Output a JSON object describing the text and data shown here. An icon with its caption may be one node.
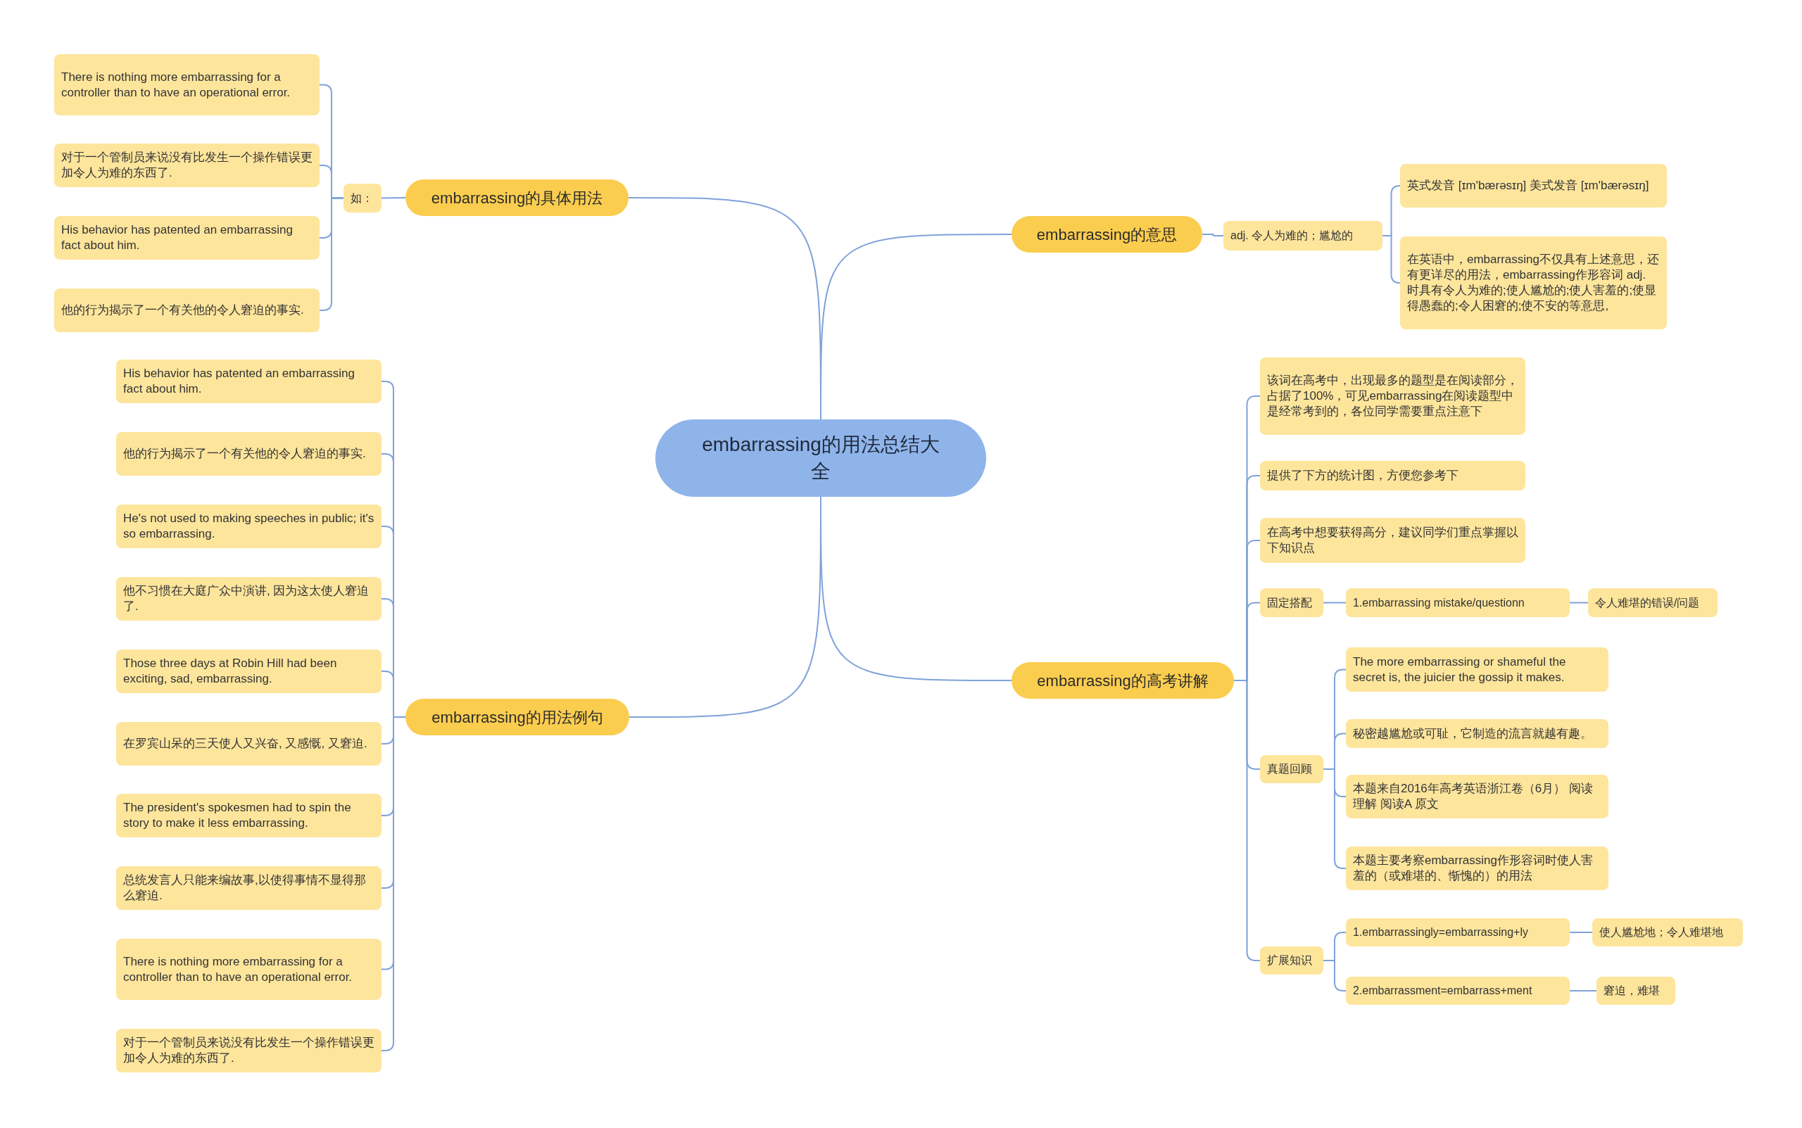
{
  "diagram": {
    "nodes": [
      {
        "text": [
          "embarrassing的用法总结大全"
        ]
      },
      {
        "text": [
          "embarrassing的具体用法"
        ]
      },
      {
        "text": [
          "如："
        ]
      },
      {
        "text": [
          "There is nothing more embarrassing for a controller than to have an operational error."
        ]
      },
      {
        "text": [
          "对于一个管制员来说没有比发生一个操作错误更加令人为难的东西了."
        ]
      },
      {
        "text": [
          "His behavior has patented an embarrassing fact about him."
        ]
      },
      {
        "text": [
          "他的行为揭示了一个有关他的令人窘迫的事实."
        ]
      },
      {
        "text": [
          "embarrassing的用法例句"
        ]
      },
      {
        "text": [
          "His behavior has patented an embarrassing fact about him."
        ]
      },
      {
        "text": [
          "他的行为揭示了一个有关他的令人窘迫的事实."
        ]
      },
      {
        "text": [
          "He's not used to making speeches in public; it's so embarrassing."
        ]
      },
      {
        "text": [
          "他不习惯在大庭广众中演讲, 因为这太使人窘迫了."
        ]
      },
      {
        "text": [
          "Those three days at Robin Hill had been exciting, sad, embarrassing."
        ]
      },
      {
        "text": [
          "在罗宾山呆的三天使人又兴奋, 又感慨, 又窘迫."
        ]
      },
      {
        "text": [
          "The president's spokesmen had to spin the story to make it less embarrassing."
        ]
      },
      {
        "text": [
          "总统发言人只能来编故事,以使得事情不显得那么窘迫."
        ]
      },
      {
        "text": [
          "There is nothing more embarrassing for a controller than to have an operational error."
        ]
      },
      {
        "text": [
          "对于一个管制员来说没有比发生一个操作错误更加令人为难的东西了."
        ]
      },
      {
        "text": [
          "embarrassing的意思"
        ]
      },
      {
        "text": [
          "adj. 令人为难的；尴尬的"
        ]
      },
      {
        "text": [
          "英式发音 [ɪm'bærəsɪŋ] 美式发音 [ɪm'bærəsɪŋ]"
        ]
      },
      {
        "text": [
          "在英语中，embarrassing不仅具有上述意思，还有更详尽的用法，embarrassing作形容词 adj. 时具有令人为难的;使人尴尬的;使人害羞的;使显得愚蠢的;令人困窘的;使不安的等意思,"
        ]
      },
      {
        "text": [
          "embarrassing的高考讲解"
        ]
      },
      {
        "text": [
          "该词在高考中，出现最多的题型是在阅读部分，占据了100%，可见embarrassing在阅读题型中是经常考到的，各位同学需要重点注意下"
        ]
      },
      {
        "text": [
          "提供了下方的统计图，方便您参考下"
        ]
      },
      {
        "text": [
          "在高考中想要获得高分，建议同学们重点掌握以下知识点"
        ]
      },
      {
        "text": [
          "固定搭配"
        ]
      },
      {
        "text": [
          "1.embarrassing mistake/questionn"
        ]
      },
      {
        "text": [
          "令人难堪的错误/问题"
        ]
      },
      {
        "text": [
          "The more embarrassing or shameful the secret is, the juicier the gossip it makes."
        ]
      },
      {
        "text": [
          "秘密越尴尬或可耻，它制造的流言就越有趣。"
        ]
      },
      {
        "text": [
          "本题来自2016年高考英语浙江卷（6月） 阅读理解 阅读A 原文"
        ]
      },
      {
        "text": [
          "本题主要考察embarrassing作形容词时使人害羞的（或难堪的、惭愧的）的用法"
        ]
      },
      {
        "text": [
          "真题回顾"
        ]
      },
      {
        "text": [
          "扩展知识"
        ]
      },
      {
        "text": [
          "1.embarrassingly=embarrassing+ly"
        ]
      },
      {
        "text": [
          "使人尴尬地；令人难堪地"
        ]
      },
      {
        "text": [
          "2.embarrassment=embarrass+ment"
        ]
      },
      {
        "text": [
          "窘迫，难堪"
        ]
      }
    ],
    "edges": [
      {
        "from": 0,
        "to": 1,
        "arrow": "none"
      },
      {
        "from": 1,
        "to": 2,
        "arrow": "none"
      },
      {
        "from": 2,
        "to": 3,
        "arrow": "none"
      },
      {
        "from": 2,
        "to": 4,
        "arrow": "none"
      },
      {
        "from": 2,
        "to": 5,
        "arrow": "none"
      },
      {
        "from": 2,
        "to": 6,
        "arrow": "none"
      },
      {
        "from": 0,
        "to": 7,
        "arrow": "none"
      },
      {
        "from": 7,
        "to": 8,
        "arrow": "none"
      },
      {
        "from": 7,
        "to": 9,
        "arrow": "none"
      },
      {
        "from": 7,
        "to": 10,
        "arrow": "none"
      },
      {
        "from": 7,
        "to": 11,
        "arrow": "none"
      },
      {
        "from": 7,
        "to": 12,
        "arrow": "none"
      },
      {
        "from": 7,
        "to": 13,
        "arrow": "none"
      },
      {
        "from": 7,
        "to": 14,
        "arrow": "none"
      },
      {
        "from": 7,
        "to": 15,
        "arrow": "none"
      },
      {
        "from": 7,
        "to": 16,
        "arrow": "none"
      },
      {
        "from": 7,
        "to": 17,
        "arrow": "none"
      },
      {
        "from": 0,
        "to": 18,
        "arrow": "none"
      },
      {
        "from": 18,
        "to": 19,
        "arrow": "none"
      },
      {
        "from": 19,
        "to": 20,
        "arrow": "none"
      },
      {
        "from": 19,
        "to": 21,
        "arrow": "none"
      },
      {
        "from": 0,
        "to": 22,
        "arrow": "none"
      },
      {
        "from": 22,
        "to": 23,
        "arrow": "none"
      },
      {
        "from": 22,
        "to": 24,
        "arrow": "none"
      },
      {
        "from": 22,
        "to": 25,
        "arrow": "none"
      },
      {
        "from": 22,
        "to": 26,
        "arrow": "none"
      },
      {
        "from": 26,
        "to": 27,
        "arrow": "none"
      },
      {
        "from": 27,
        "to": 28,
        "arrow": "none"
      },
      {
        "from": 22,
        "to": 33,
        "arrow": "none"
      },
      {
        "from": 33,
        "to": 29,
        "arrow": "none"
      },
      {
        "from": 33,
        "to": 30,
        "arrow": "none"
      },
      {
        "from": 33,
        "to": 31,
        "arrow": "none"
      },
      {
        "from": 33,
        "to": 32,
        "arrow": "none"
      },
      {
        "from": 22,
        "to": 34,
        "arrow": "none"
      },
      {
        "from": 34,
        "to": 35,
        "arrow": "none"
      },
      {
        "from": 35,
        "to": 36,
        "arrow": "none"
      },
      {
        "from": 34,
        "to": 37,
        "arrow": "none"
      },
      {
        "from": 37,
        "to": 38,
        "arrow": "none"
      }
    ]
  }
}
